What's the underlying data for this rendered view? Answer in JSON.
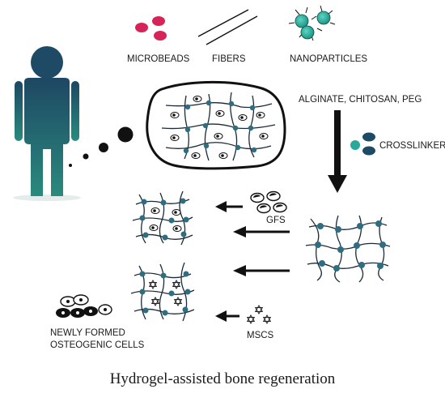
{
  "labels": {
    "microbeads": "MICROBEADS",
    "fibers": "FIBERS",
    "nanoparticles": "NANOPARTICLES",
    "polymers": "ALGINATE, CHITOSAN, PEG",
    "crosslinker": "CROSSLINKER",
    "gfs": "GFS",
    "mscs": "MSCS",
    "cells_line1": "NEWLY FORMED",
    "cells_line2": "OSTEOGENIC CELLS"
  },
  "caption": "Hydrogel-assisted bone regeneration",
  "colors": {
    "microbead": "#d6245a",
    "nanoparticle": "#2aa99b",
    "node": "#2e6e80",
    "person_top": "#1e4763",
    "person_bottom": "#2a8a7e",
    "arrow": "#111111"
  },
  "icons": [
    "person-icon",
    "microbead-icon",
    "fiber-icon",
    "nanoparticle-icon",
    "star-of-david-icon",
    "cell-icon"
  ]
}
